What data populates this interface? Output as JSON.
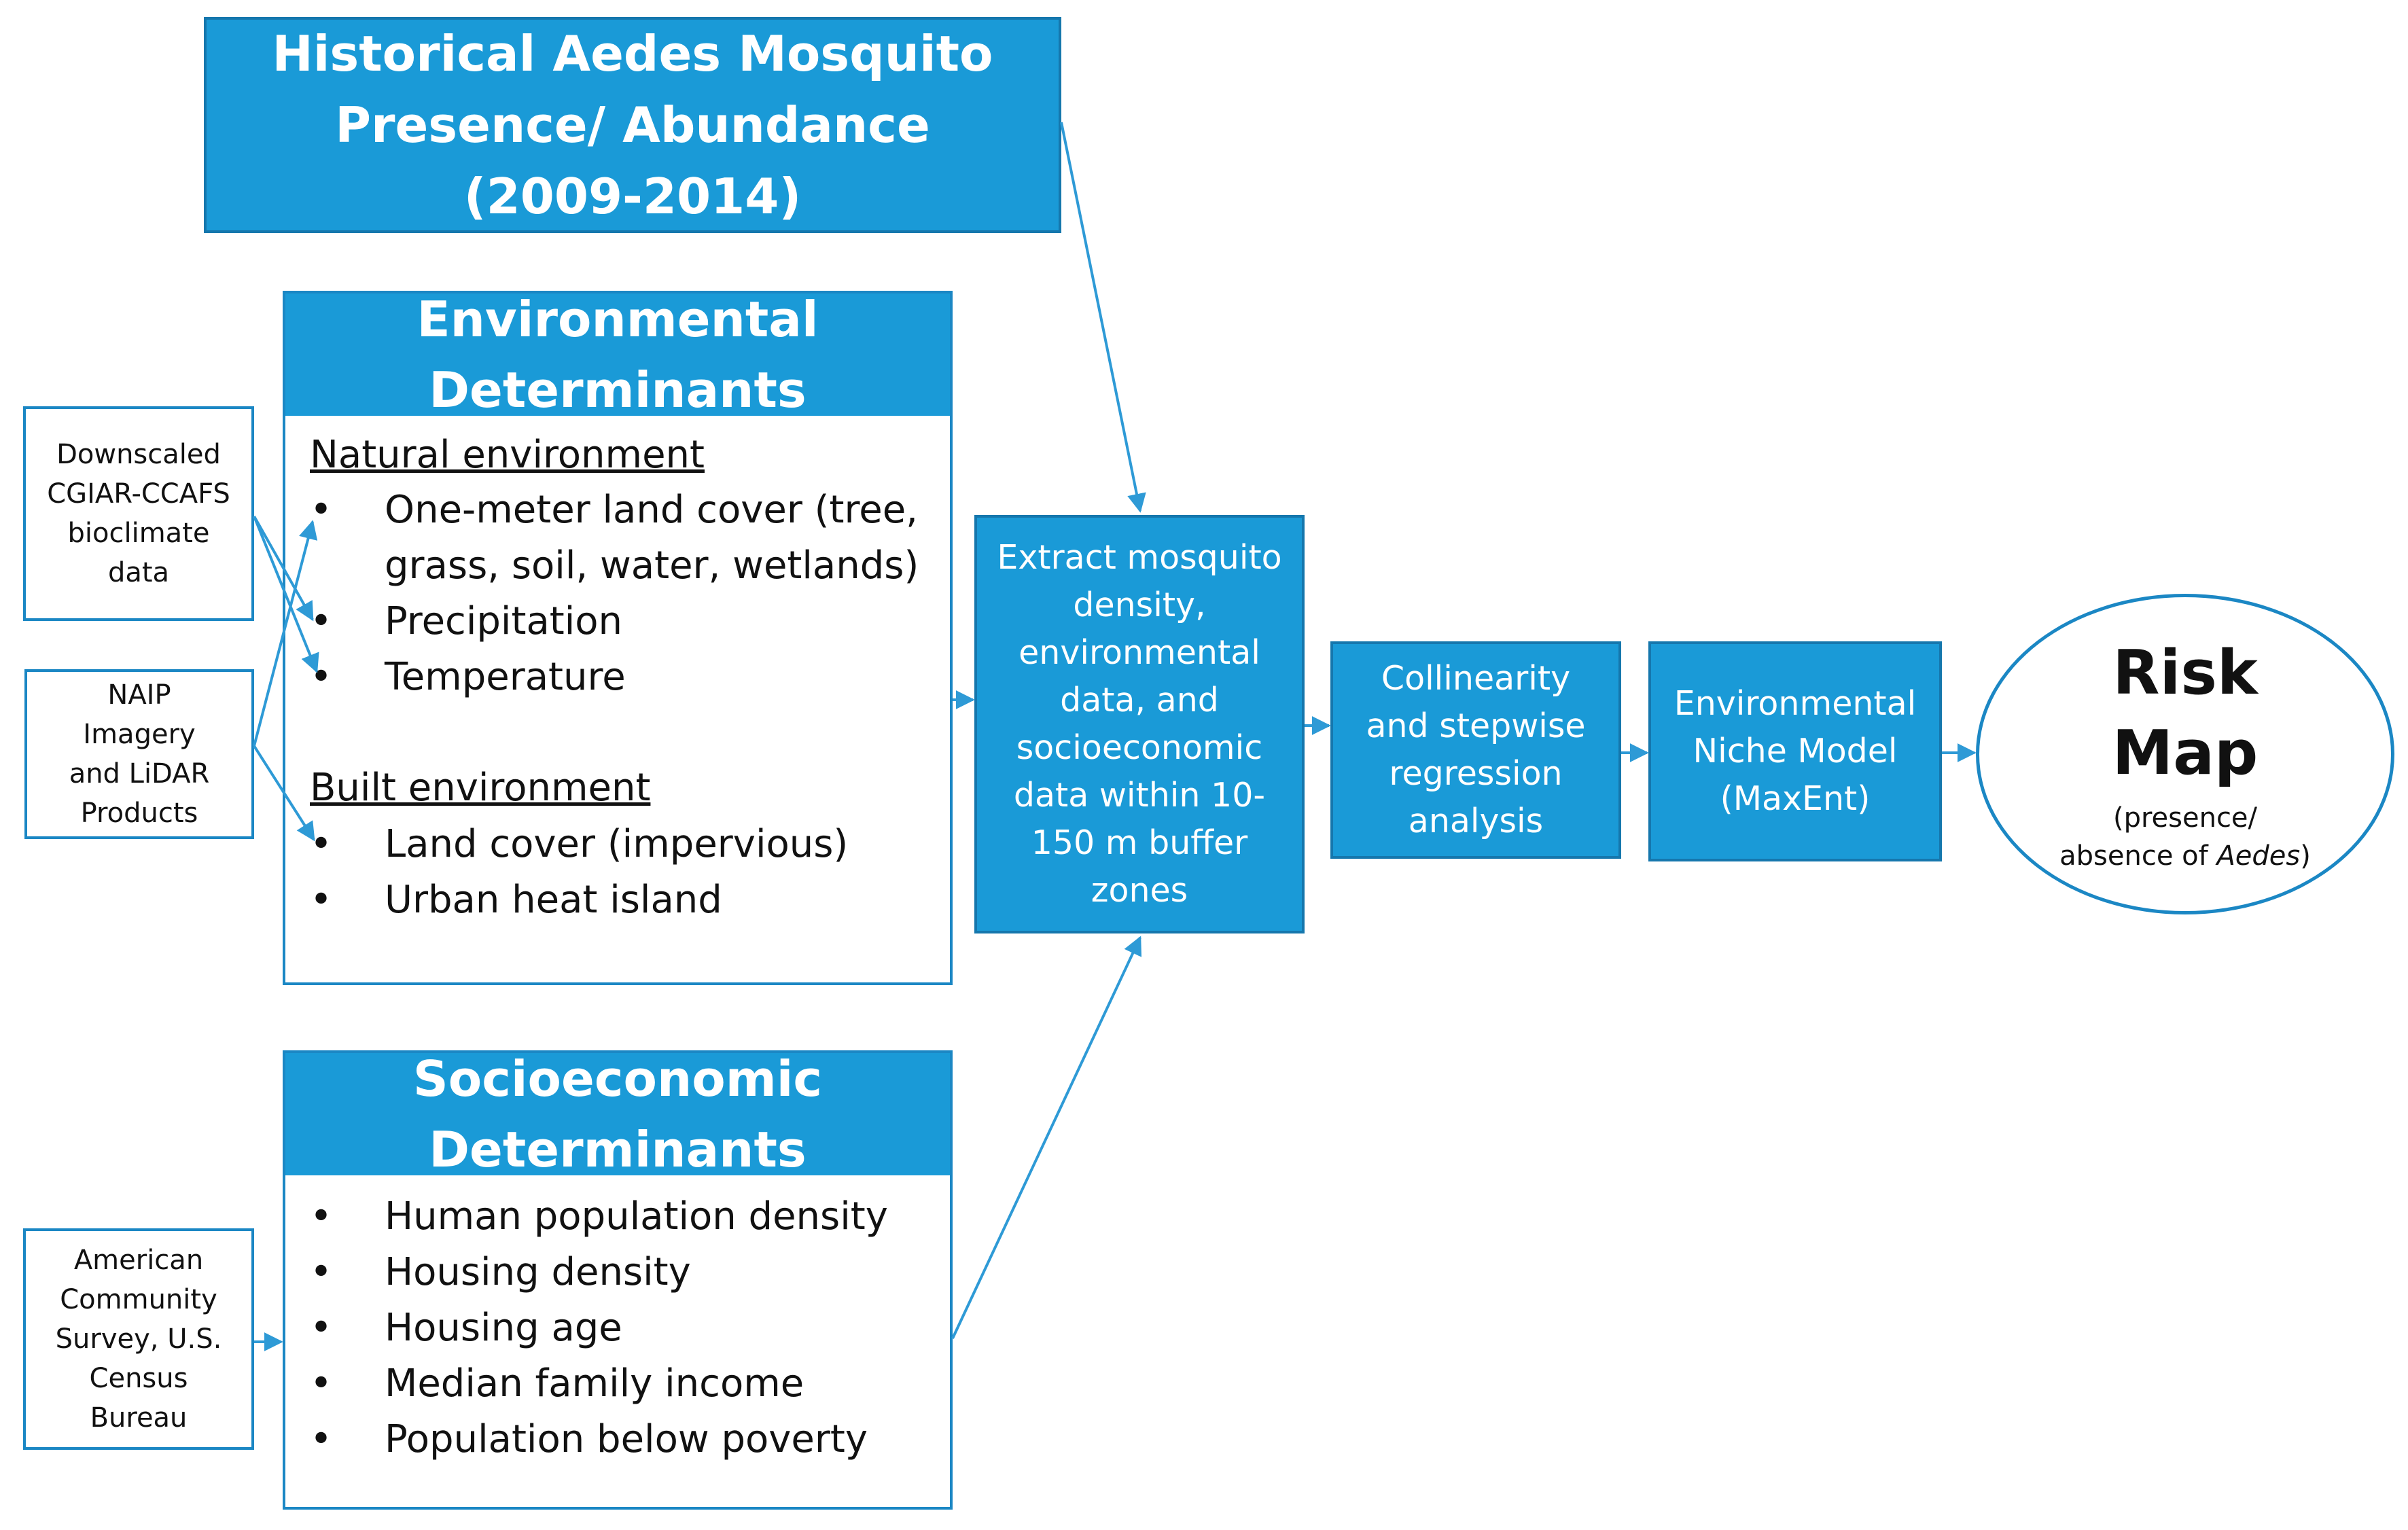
{
  "historical": {
    "line1": "Historical Aedes Mosquito",
    "line2": "Presence/ Abundance",
    "line3": "(2009-2014)"
  },
  "environmental": {
    "header_line1": "Environmental",
    "header_line2": "Determinants",
    "natural_title": "Natural environment",
    "natural_items": [
      "One-meter land cover (tree,",
      "grass, soil, water, wetlands)",
      "Precipitation",
      "Temperature"
    ],
    "built_title": "Built environment",
    "built_items": [
      "Land cover (impervious)",
      "Urban heat island"
    ]
  },
  "socioeconomic": {
    "header_line1": "Socioeconomic",
    "header_line2": "Determinants",
    "items": [
      "Human population density",
      "Housing density",
      "Housing age",
      "Median family income",
      "Population below poverty"
    ]
  },
  "sources": {
    "bioclimate": [
      "Downscaled",
      "CGIAR-CCAFS",
      "bioclimate",
      "data"
    ],
    "naip": [
      "NAIP",
      "Imagery",
      "and LiDAR",
      "Products"
    ],
    "census": [
      "American",
      "Community",
      "Survey, U.S.",
      "Census",
      "Bureau"
    ]
  },
  "process": {
    "extract": [
      "Extract mosquito",
      "density,",
      "environmental",
      "data, and",
      "socioeconomic",
      "data within 10-",
      "150 m buffer",
      "zones"
    ],
    "collinearity": [
      "Collinearity",
      "and stepwise",
      "regression",
      "analysis"
    ],
    "niche": [
      "Environmental",
      "Niche Model",
      "(MaxEnt)"
    ]
  },
  "risk": {
    "line1": "Risk",
    "line2": "Map",
    "note_line1": "(presence/",
    "note_pre": "absence of ",
    "note_italic": "Aedes",
    "note_post": ")"
  },
  "colors": {
    "box_fill": "#1a9ad7",
    "box_border": "#1577ad",
    "arrow": "#2e9ad6"
  }
}
